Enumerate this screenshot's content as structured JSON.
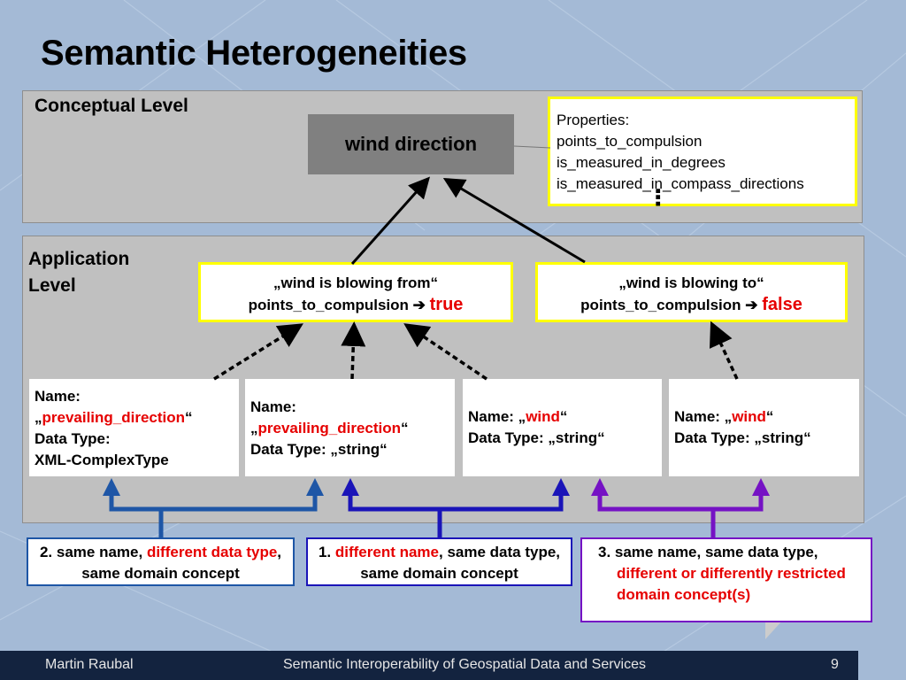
{
  "title": "Semantic Heterogeneities",
  "conceptual_level": {
    "label": "Conceptual Level",
    "concept": "wind direction",
    "properties": {
      "heading": "Properties:",
      "items": [
        "points_to_compulsion",
        "is_measured_in_degrees",
        "is_measured_in_compass_directions"
      ],
      "more": "⠇"
    }
  },
  "application_level": {
    "label_line1": "Application",
    "label_line2": "Level",
    "interpretations": [
      {
        "phrase": "„wind is blowing from“",
        "property": "points_to_compulsion",
        "arrow": "➔",
        "value": "true"
      },
      {
        "phrase": "„wind is blowing to“",
        "property": "points_to_compulsion",
        "arrow": "➔",
        "value": "false"
      }
    ],
    "schemas": [
      {
        "name_label": "Name:",
        "quote_open": "„",
        "name": "prevailing_direction",
        "quote_close": "“",
        "type_label": "Data Type:",
        "type": "XML-ComplexType"
      },
      {
        "name_label": "Name:",
        "quote_open": "„",
        "name": "prevailing_direction",
        "quote_close": "“",
        "type_line": "Data Type: „string“"
      },
      {
        "name_label": "Name: „",
        "name": "wind",
        "quote_close": "“",
        "type_line": "Data Type: „string“"
      },
      {
        "name_label": "Name: „",
        "name": "wind",
        "quote_close": "“",
        "type_line": "Data Type: „string“"
      }
    ]
  },
  "categories": [
    {
      "prefix": "2. same name, ",
      "highlight": "different data type",
      "suffix": ", same domain concept",
      "color": "#1e56a6"
    },
    {
      "prefix": "1. ",
      "highlight": "different name",
      "suffix": ", same data type, same domain concept",
      "color": "#1a14b8"
    },
    {
      "prefix": "3. same name, same data type,",
      "highlight": "different or differently restricted domain concept(s)",
      "suffix": "",
      "color": "#7512c4"
    }
  ],
  "footer": {
    "author": "Martin Raubal",
    "course": "Semantic Interoperability of Geospatial Data and Services",
    "page": "9"
  }
}
